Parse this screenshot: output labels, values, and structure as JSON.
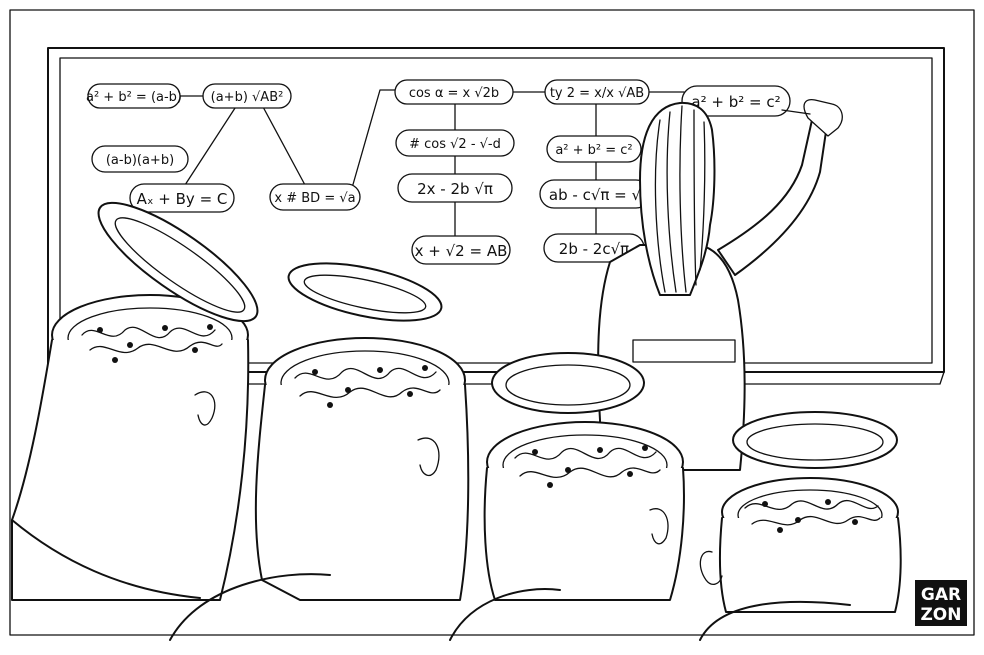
{
  "formulas": {
    "f1": "a² + b² = (a-b)",
    "f2": "(a+b) √AB²",
    "f3": "(a-b)(a+b)",
    "f4": "Aₓ + By = C",
    "f5": "x # BD = √a",
    "f6": "cos α = x √2b",
    "f7": "# cos √2 - √-d",
    "f8": "2x - 2b √π",
    "f9": "x + √2 = AB",
    "f10": "ty 2 = x/x √AB",
    "f11": "a² + b² = c²",
    "f12": "ab - c√π = √",
    "f13": "2b - 2c√π",
    "f14": "a² + b² = c²"
  },
  "signature": {
    "line1": "GAR",
    "line2": "ZON"
  }
}
